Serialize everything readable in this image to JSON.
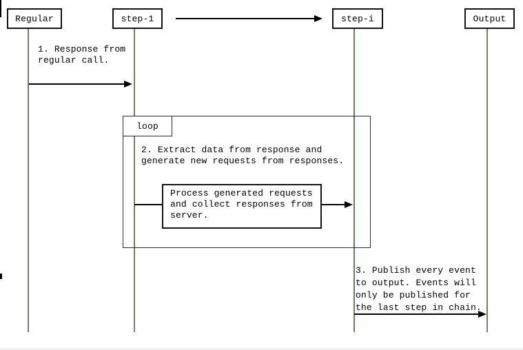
{
  "diagram": {
    "actors": [
      {
        "label": "Regular"
      },
      {
        "label": "step-1"
      },
      {
        "label": "step-i"
      },
      {
        "label": "Output"
      }
    ],
    "loop": {
      "label": "loop"
    },
    "messages": {
      "m1": "1. Response from\nregular call.",
      "m2": "2. Extract data from response and\ngenerate new requests from responses.",
      "process": "Process generated requests\nand collect responses from\nserver.",
      "m3": "3. Publish every event\nto output. Events will\nonly be published for\nthe last step in chain."
    },
    "colors": {
      "stroke": "#000000",
      "lifeline_warm": "#b4702d",
      "lifeline_cool": "#3d80ad",
      "background": "#ffffff",
      "bottom_rule": "#e0e0e0"
    }
  }
}
